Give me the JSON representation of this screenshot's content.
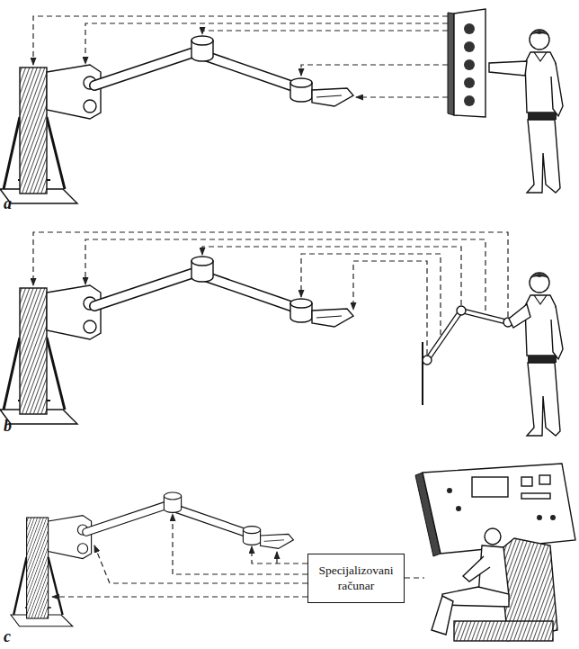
{
  "diagram": {
    "nodes": [
      {
        "text": [
          "Specijalizovani računar"
        ]
      }
    ],
    "labels": [
      "a",
      "b",
      "c"
    ]
  }
}
